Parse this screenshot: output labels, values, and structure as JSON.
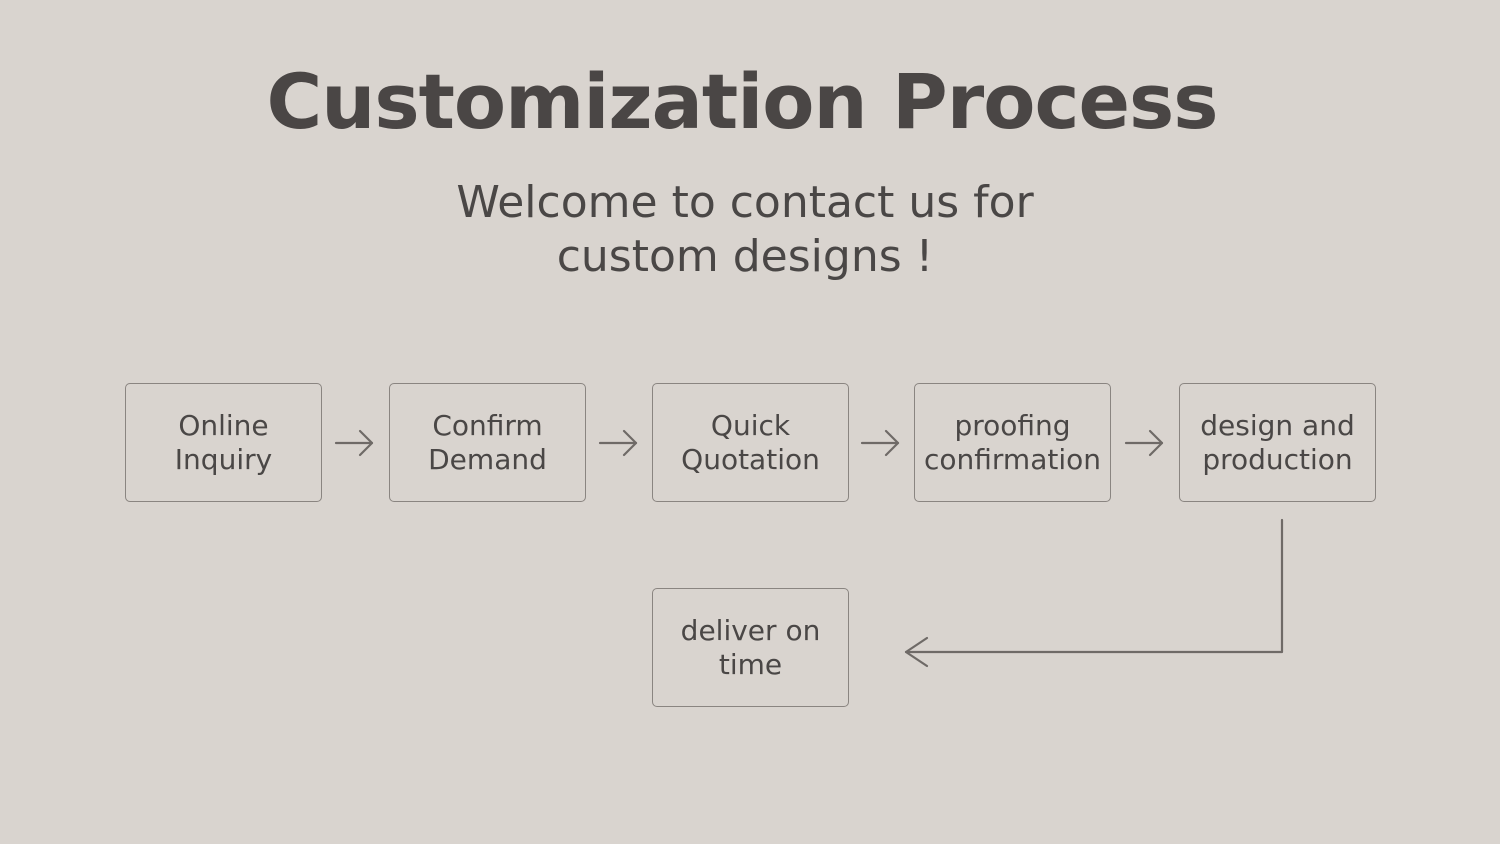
{
  "title": "Customization Process",
  "subtitle": {
    "line1": "Welcome to contact us for",
    "line2": "custom designs !"
  },
  "steps": [
    {
      "label": "Online\nInquiry"
    },
    {
      "label": "Confirm\nDemand"
    },
    {
      "label": "Quick\nQuotation"
    },
    {
      "label": "proofing\nconfirmation"
    },
    {
      "label": "design and\nproduction"
    },
    {
      "label": "deliver on\ntime"
    }
  ],
  "colors": {
    "background": "#d9d4cf",
    "text": "#4a4746",
    "box_border": "#8a8581",
    "arrow": "#6f6a67"
  }
}
